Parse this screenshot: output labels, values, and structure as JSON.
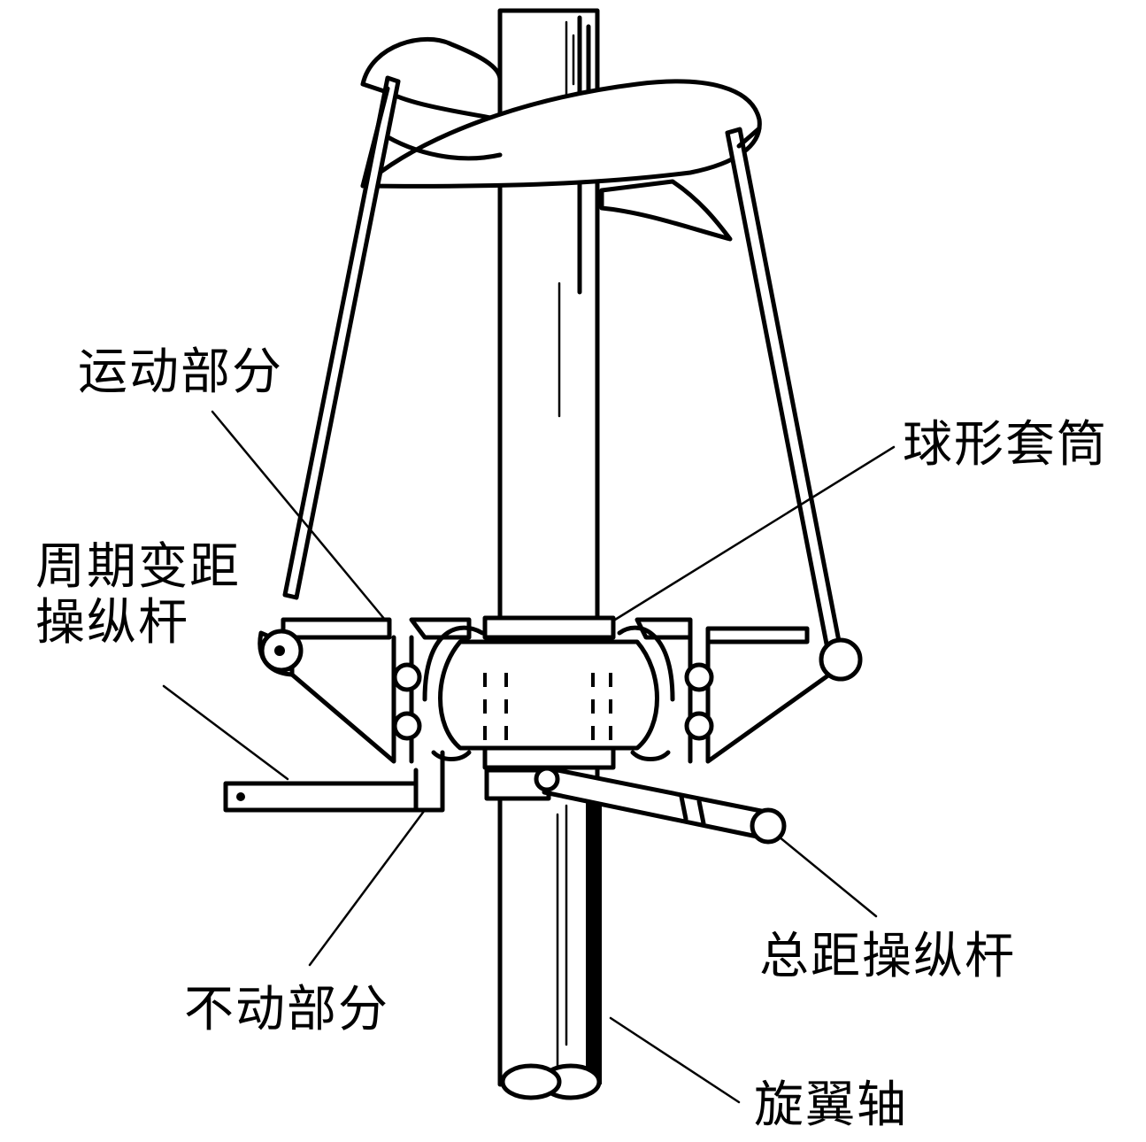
{
  "labels": {
    "moving_part": "运动部分",
    "ball_sleeve": "球形套筒",
    "cyclic_stick_line1": "周期变距",
    "cyclic_stick_line2": "操纵杆",
    "collective_stick": "总距操纵杆",
    "fixed_part": "不动部分",
    "rotor_shaft": "旋翼轴"
  }
}
